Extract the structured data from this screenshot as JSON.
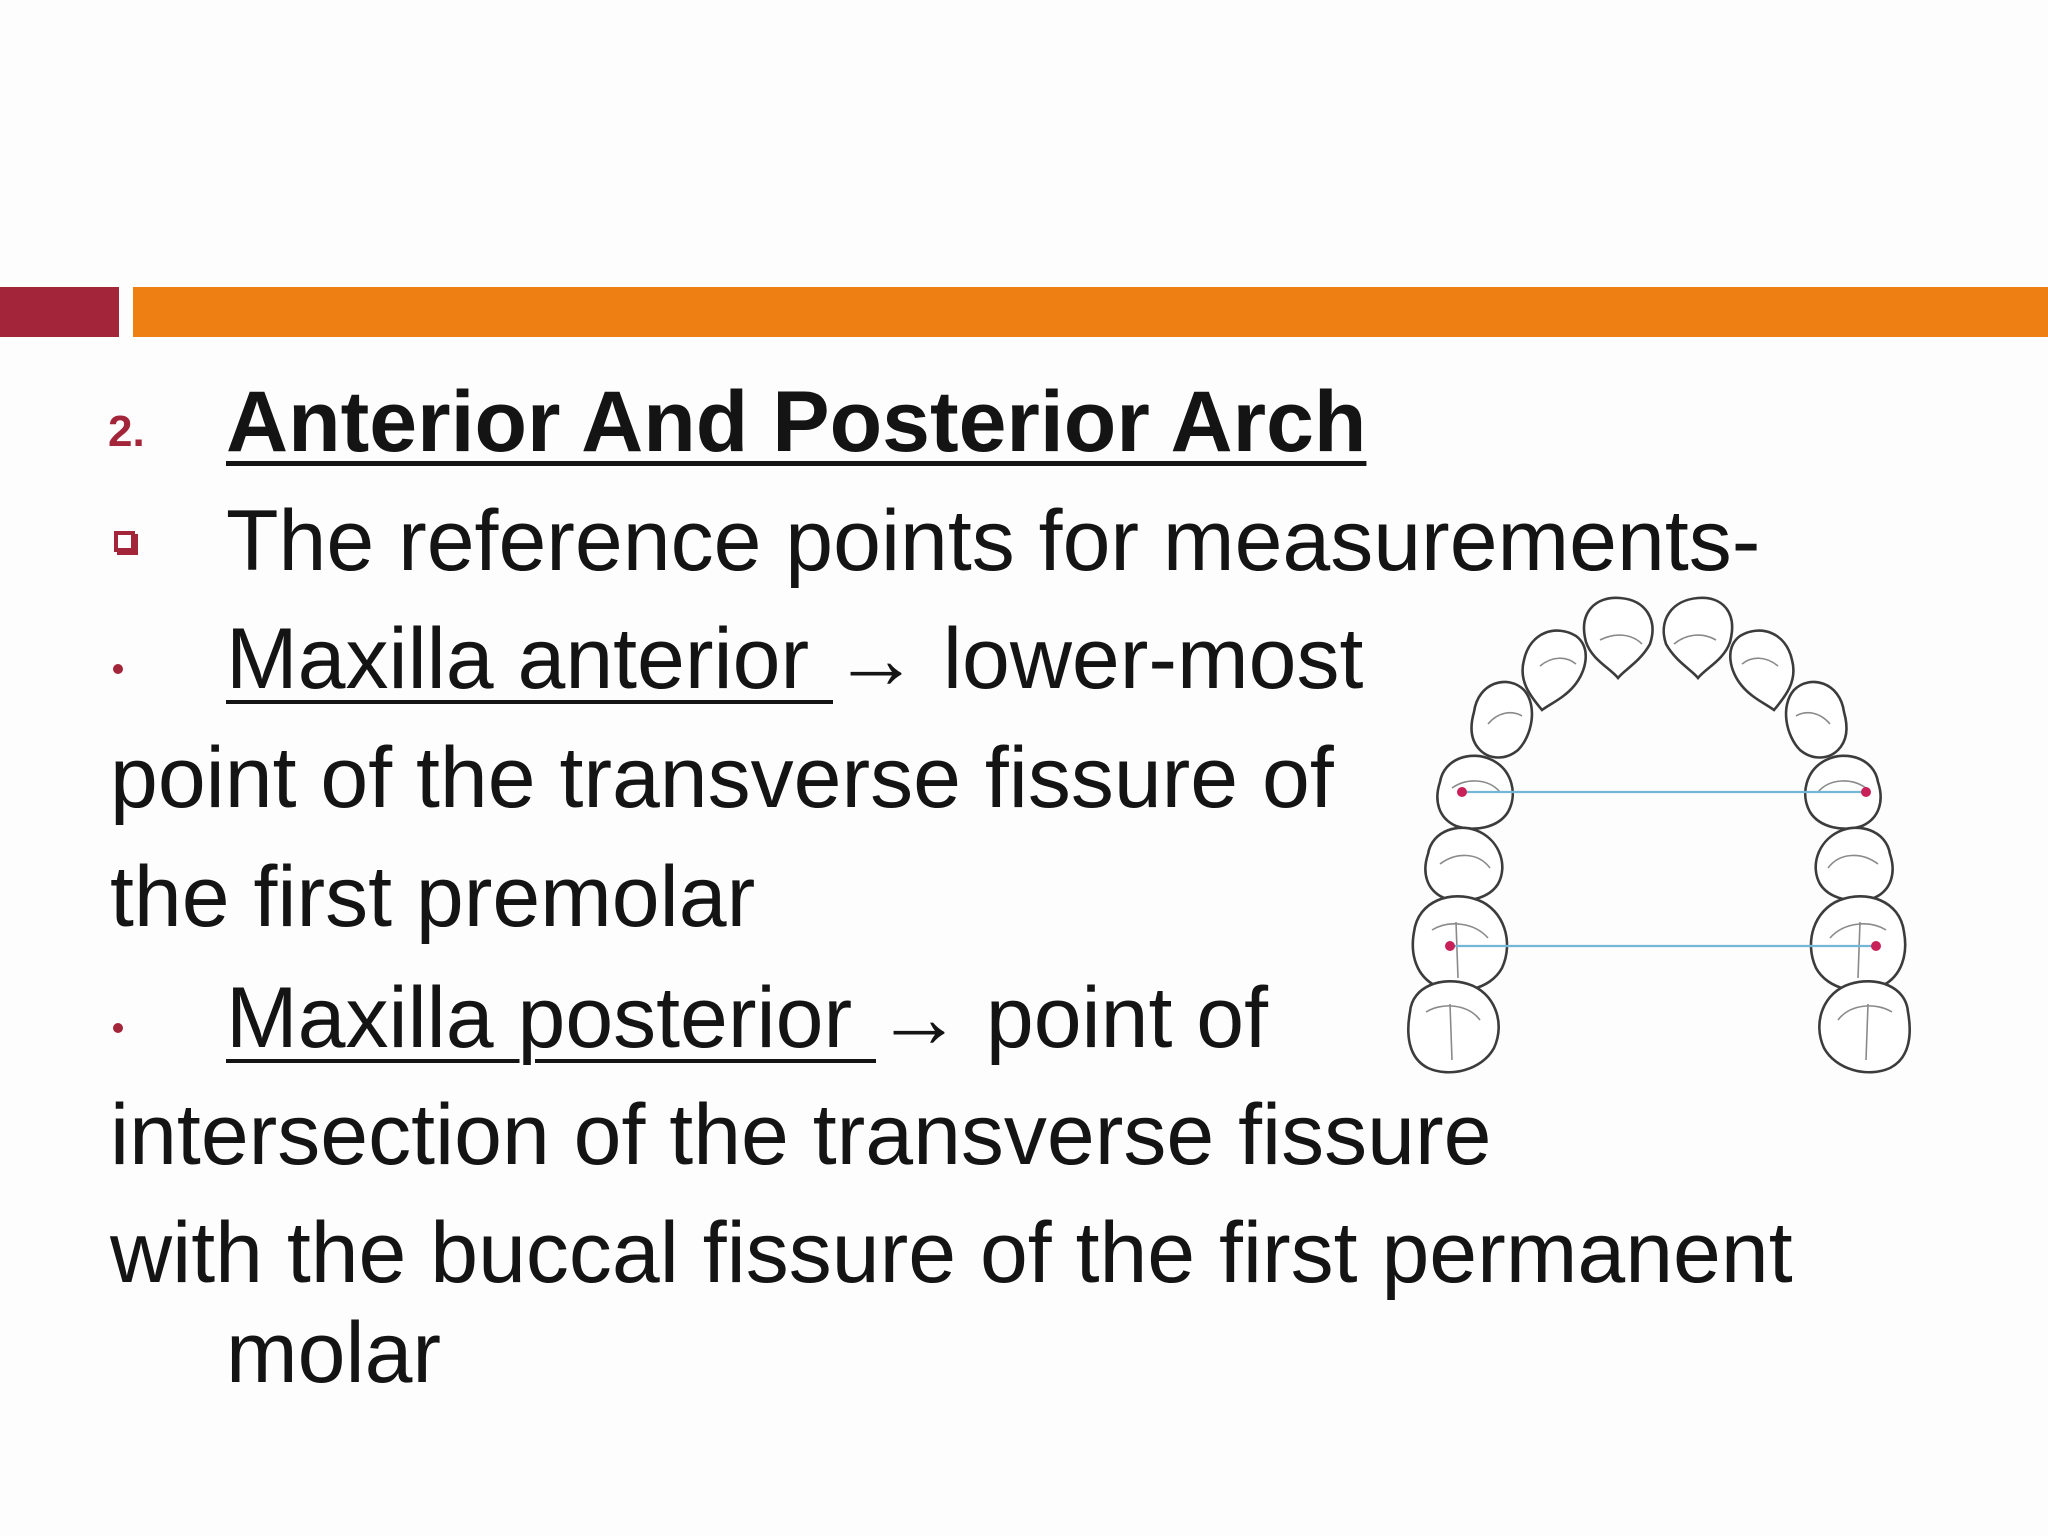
{
  "slide": {
    "heading": {
      "number": "2.",
      "text": "Anterior And Posterior Arch"
    },
    "reference_intro": "The reference points for measurements-",
    "maxilla_anterior": {
      "term": "Maxilla anterior ",
      "arrow_text": "→ lower-most",
      "continuation": [
        "point of the transverse fissure of",
        "the first premolar"
      ]
    },
    "maxilla_posterior": {
      "term": "Maxilla posterior ",
      "arrow_text": "→ point of",
      "continuation": [
        "intersection of the transverse fissure",
        "with the buccal fissure of the first permanent",
        "molar"
      ]
    }
  },
  "theme": {
    "accent_red": "#a3253a",
    "accent_orange": "#ee8013",
    "text_color": "#141414",
    "measure_line_color": "#74b6d6",
    "measure_point_color": "#c8215a"
  },
  "figure": {
    "icon": "dental-arch-diagram"
  }
}
